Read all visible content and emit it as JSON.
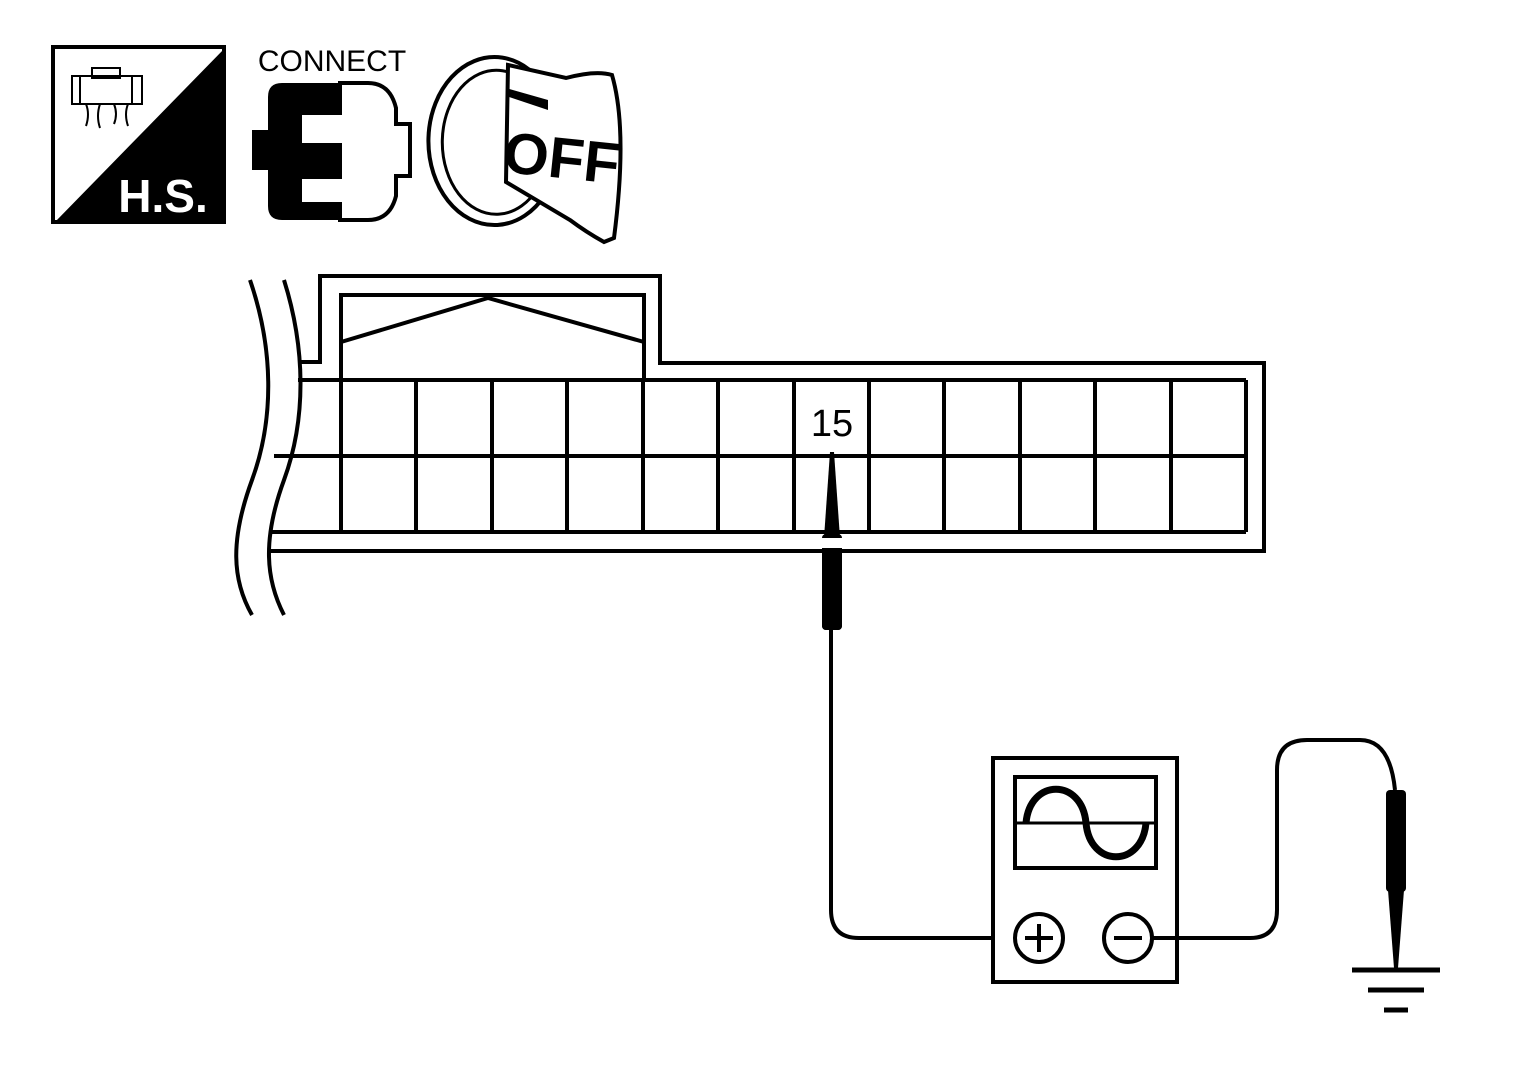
{
  "icons": {
    "harness_side_label": "H.S.",
    "connect_label": "CONNECT",
    "ignition_label": "OFF"
  },
  "connector": {
    "terminal_label": "15",
    "rows": 2,
    "columns": 12
  },
  "meter": {
    "positive_symbol": "+",
    "negative_symbol": "−",
    "display": "sine-wave"
  },
  "colors": {
    "line": "#000000",
    "background": "#ffffff"
  }
}
